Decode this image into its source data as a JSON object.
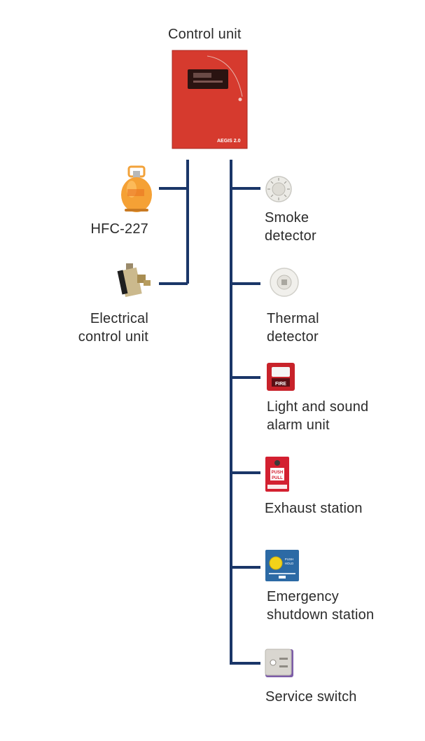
{
  "control_unit": {
    "label": "Control unit",
    "brand": "AEGIS 2.0",
    "color": "#d9362c"
  },
  "line_color": "#1a3668",
  "left_devices": [
    {
      "label_lines": [
        "HFC-227"
      ],
      "icon": "hfc-227-cylinder-icon"
    },
    {
      "label_lines": [
        "Electrical",
        "control unit"
      ],
      "icon": "electrical-control-unit-icon"
    }
  ],
  "right_devices": [
    {
      "label_lines": [
        "Smoke",
        "detector"
      ],
      "icon": "smoke-detector-icon"
    },
    {
      "label_lines": [
        "Thermal",
        "detector"
      ],
      "icon": "thermal-detector-icon"
    },
    {
      "label_lines": [
        "Light and sound",
        "alarm unit"
      ],
      "icon": "light-sound-alarm-icon",
      "icon_text": "FIRE"
    },
    {
      "label_lines": [
        "Exhaust station"
      ],
      "icon": "exhaust-station-icon",
      "icon_text": [
        "PUSH",
        "PULL"
      ]
    },
    {
      "label_lines": [
        "Emergency",
        "shutdown station"
      ],
      "icon": "emergency-shutdown-icon",
      "icon_text": [
        "PUSH",
        "HOLD"
      ]
    },
    {
      "label_lines": [
        "Service switch"
      ],
      "icon": "service-switch-icon"
    }
  ]
}
